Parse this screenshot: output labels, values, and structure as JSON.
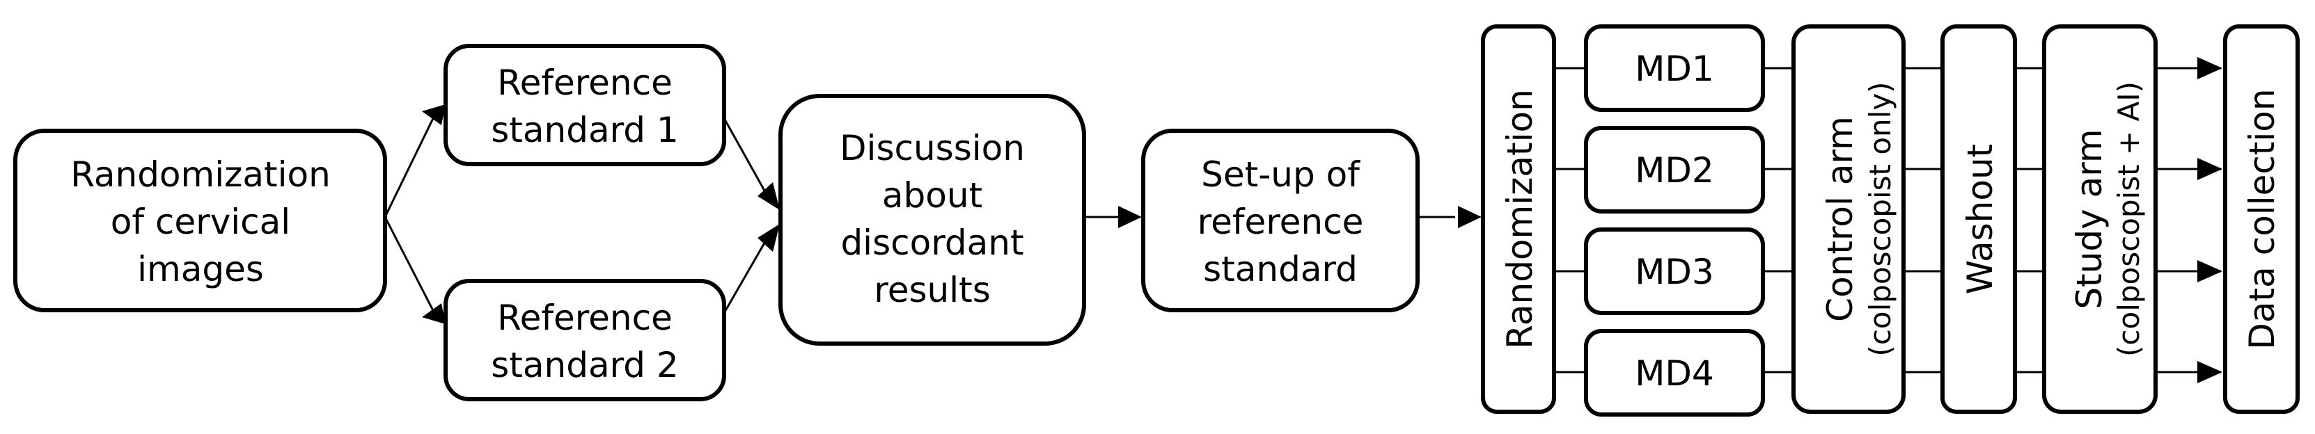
{
  "randomization_images": {
    "lines": [
      "Randomization",
      "of cervical",
      "images"
    ]
  },
  "reference_standard_1": {
    "lines": [
      "Reference",
      "standard 1"
    ]
  },
  "reference_standard_2": {
    "lines": [
      "Reference",
      "standard 2"
    ]
  },
  "discussion": {
    "lines": [
      "Discussion",
      "about",
      "discordant",
      "results"
    ]
  },
  "setup": {
    "lines": [
      "Set-up of",
      "reference",
      "standard"
    ]
  },
  "randomization_vertical": {
    "label": "Randomization"
  },
  "md_groups": [
    "MD1",
    "MD2",
    "MD3",
    "MD4"
  ],
  "control_arm": {
    "title": "Control arm",
    "subtitle": "(colposcopist only)"
  },
  "washout": {
    "label": "Washout"
  },
  "study_arm": {
    "title": "Study arm",
    "subtitle": "(colposcopist + AI)"
  },
  "data_collection": {
    "label": "Data collection"
  }
}
